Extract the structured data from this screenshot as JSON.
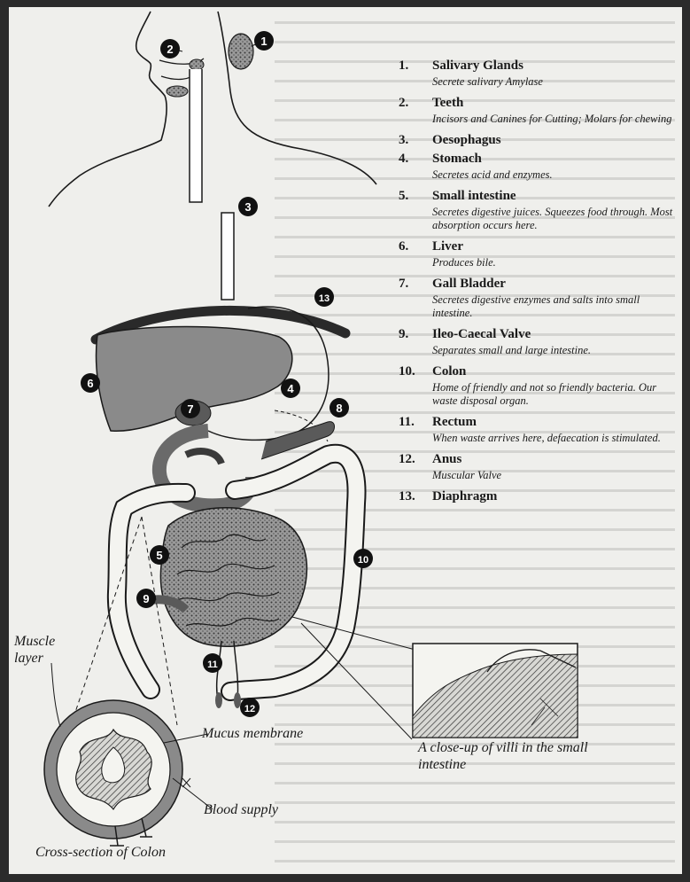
{
  "badges": [
    "1",
    "2",
    "3",
    "4",
    "5",
    "6",
    "7",
    "8",
    "9",
    "10",
    "11",
    "12",
    "13"
  ],
  "legend": [
    {
      "num": "1.",
      "title": "Salivary Glands",
      "desc": "Secrete salivary Amylase"
    },
    {
      "num": "2.",
      "title": "Teeth",
      "desc": "Incisors and Canines for Cutting; Molars for chewing"
    },
    {
      "num": "3.",
      "title": "Oesophagus",
      "desc": ""
    },
    {
      "num": "4.",
      "title": "Stomach",
      "desc": "Secretes acid and enzymes."
    },
    {
      "num": "5.",
      "title": "Small intestine",
      "desc": "Secretes digestive juices. Squeezes food through. Most absorption occurs here."
    },
    {
      "num": "6.",
      "title": "Liver",
      "desc": "Produces bile."
    },
    {
      "num": "7.",
      "title": "Gall Bladder",
      "desc": "Secretes digestive enzymes and salts into small intestine."
    },
    {
      "num": "9.",
      "title": "Ileo-Caecal Valve",
      "desc": "Separates small and large intestine."
    },
    {
      "num": "10.",
      "title": "Colon",
      "desc": "Home of friendly and not so friendly bacteria. Our waste disposal organ."
    },
    {
      "num": "11.",
      "title": "Rectum",
      "desc": "When waste arrives here, defaecation is stimulated."
    },
    {
      "num": "12.",
      "title": "Anus",
      "desc": "Muscular Valve"
    },
    {
      "num": "13.",
      "title": "Diaphragm",
      "desc": ""
    }
  ],
  "captions": {
    "muscle_layer": "Muscle layer",
    "mucus_membrane": "Mucus membrane",
    "blood_supply": "Blood supply",
    "cross_section": "Cross-section of Colon",
    "villi": "A close-up of villi in the small intestine"
  },
  "colors": {
    "organ_fill": "#8a8a8a",
    "dark_fill": "#5a5a5a",
    "line": "#1a1a1a",
    "badge": "#111111"
  }
}
